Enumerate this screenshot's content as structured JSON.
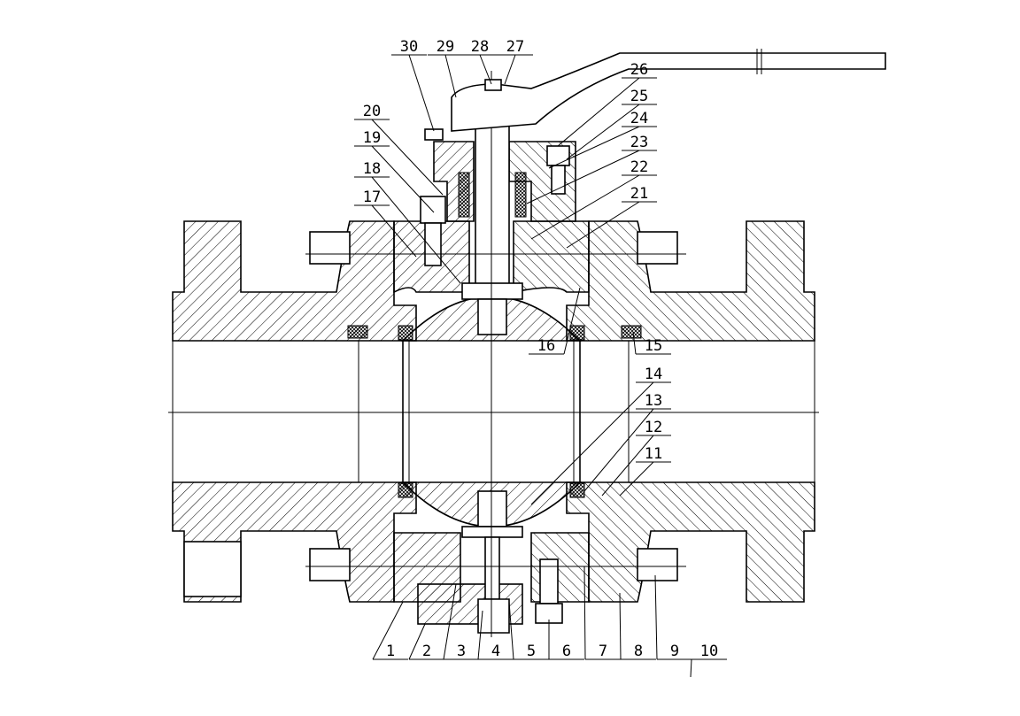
{
  "drawing": {
    "title": "Ball valve sectional assembly",
    "part_labels": [
      "1",
      "2",
      "3",
      "4",
      "5",
      "6",
      "7",
      "8",
      "9",
      "10",
      "11",
      "12",
      "13",
      "14",
      "15",
      "16",
      "17",
      "18",
      "19",
      "20",
      "21",
      "22",
      "23",
      "24",
      "25",
      "26",
      "27",
      "28",
      "29",
      "30"
    ]
  }
}
